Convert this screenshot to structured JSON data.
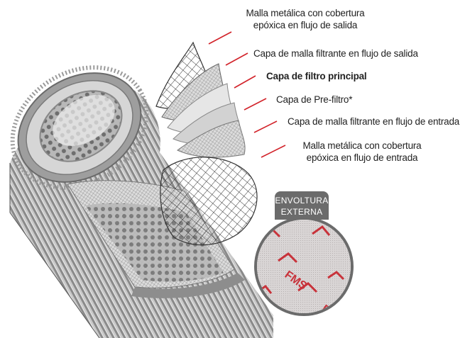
{
  "labels": [
    {
      "lines": [
        "Malla metálica con cobertura",
        "epóxica en flujo de salida"
      ],
      "bold": false
    },
    {
      "lines": [
        "Capa de malla filtrante en flujo de salida"
      ],
      "bold": false
    },
    {
      "lines": [
        "Capa de filtro principal"
      ],
      "bold": true
    },
    {
      "lines": [
        "Capa de Pre-filtro*"
      ],
      "bold": false
    },
    {
      "lines": [
        "Capa de malla filtrante en flujo de entrada"
      ],
      "bold": false
    },
    {
      "lines": [
        "Malla metálica con cobertura",
        "epóxica en flujo de entrada"
      ],
      "bold": false
    }
  ],
  "badge": {
    "line1": "ENVOLTURA",
    "line2": "EXTERNA"
  },
  "wrap_print": {
    "text": "FMS"
  },
  "colors": {
    "leader": "#d2232a",
    "badge_bg": "#6b6b6b",
    "print": "#c8323a"
  }
}
